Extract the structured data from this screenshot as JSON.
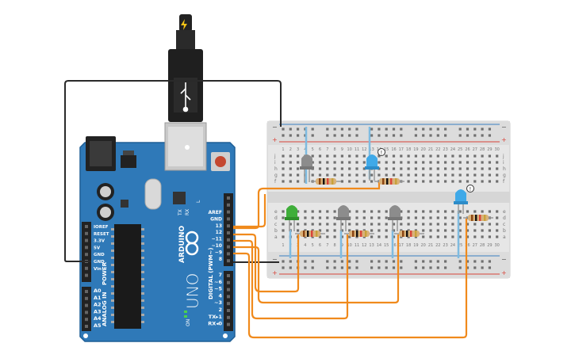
{
  "colors": {
    "board": "#2f79b8",
    "board_dark": "#1f5f96",
    "breadboard": "#e8e8e8",
    "breadboard_rail": "#d9d9d9",
    "wire_orange": "#f08a1c",
    "wire_black": "#2a2a2a",
    "usb": "#2a2a2a",
    "led_blue": "#3fa9e8",
    "led_green": "#3fae3a",
    "led_gray": "#8c8c8c",
    "rail_red": "#d9433a",
    "rail_blue": "#3a7fc2"
  },
  "arduino": {
    "brand": "ARDUINO",
    "model": "UNO",
    "digital_label": "DIGITAL (PWM~)",
    "analog_label": "ANALOG IN",
    "power_label": "POWER",
    "tx_label": "TX",
    "rx_label": "RX",
    "l_label": "L",
    "on_label": "ON",
    "top_header_labels": [
      "AREF",
      "GND",
      "13",
      "12",
      "~11",
      "~10",
      "~9",
      "8"
    ],
    "bottom_header_labels": [
      "7",
      "~6",
      "~5",
      "4",
      "~3",
      "2",
      "TX▸1",
      "RX◂0"
    ],
    "power_header_labels": [
      "IOREF",
      "RESET",
      "3.3V",
      "5V",
      "GND",
      "GND",
      "Vin"
    ],
    "analog_header_labels": [
      "A0",
      "A1",
      "A2",
      "A3",
      "A4",
      "A5"
    ]
  },
  "breadboard": {
    "column_numbers": [
      "1",
      "2",
      "3",
      "4",
      "5",
      "6",
      "7",
      "8",
      "9",
      "10",
      "11",
      "12",
      "13",
      "14",
      "15",
      "16",
      "17",
      "18",
      "19",
      "20",
      "21",
      "22",
      "23",
      "24",
      "25",
      "26",
      "27",
      "28",
      "29",
      "30"
    ],
    "top_row_letters": [
      "j",
      "i",
      "h",
      "g",
      "f"
    ],
    "bottom_row_letters": [
      "e",
      "d",
      "c",
      "b",
      "a"
    ],
    "rail_minus": "−",
    "rail_plus": "+"
  },
  "components": {
    "leds": [
      {
        "name": "led-gray-top",
        "color": "gray"
      },
      {
        "name": "led-blue-top",
        "color": "blue",
        "marker": "!"
      },
      {
        "name": "led-green",
        "color": "green"
      },
      {
        "name": "led-gray-mid-1",
        "color": "gray"
      },
      {
        "name": "led-gray-mid-2",
        "color": "gray"
      },
      {
        "name": "led-blue-right",
        "color": "blue",
        "marker": "!"
      }
    ],
    "resistor_count": 6,
    "usb_plug_icon": "lightning-icon"
  }
}
